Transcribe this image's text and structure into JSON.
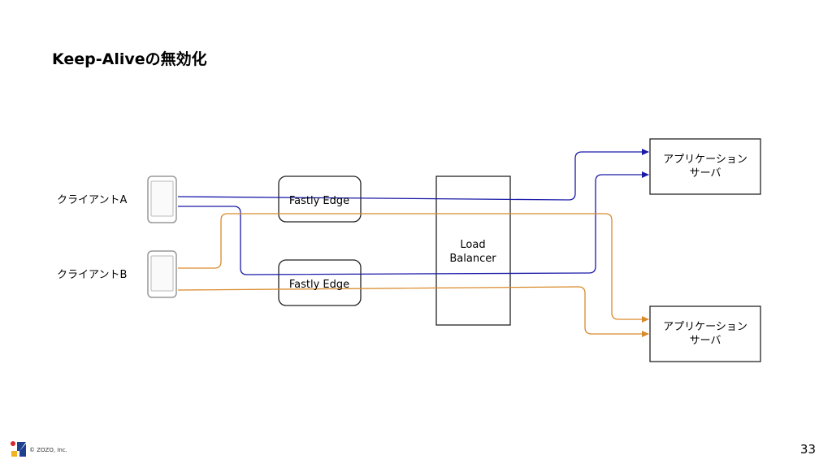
{
  "slide": {
    "title": "Keep-Aliveの無効化",
    "page_number": "33",
    "copyright": "© ZOZO, Inc."
  },
  "diagram": {
    "clients": [
      {
        "label": "クライアントA"
      },
      {
        "label": "クライアントB"
      }
    ],
    "edges": [
      {
        "label": "Fastly Edge"
      },
      {
        "label": "Fastly Edge"
      }
    ],
    "load_balancer": {
      "line1": "Load",
      "line2": "Balancer"
    },
    "servers": [
      {
        "line1": "アプリケーション",
        "line2": "サーバ"
      },
      {
        "line1": "アプリケーション",
        "line2": "サーバ"
      }
    ],
    "colors": {
      "client_a_route": "#1a1aa8",
      "client_b_route": "#d98a2b",
      "box_stroke": "#222222",
      "phone_stroke": "#999999"
    }
  }
}
